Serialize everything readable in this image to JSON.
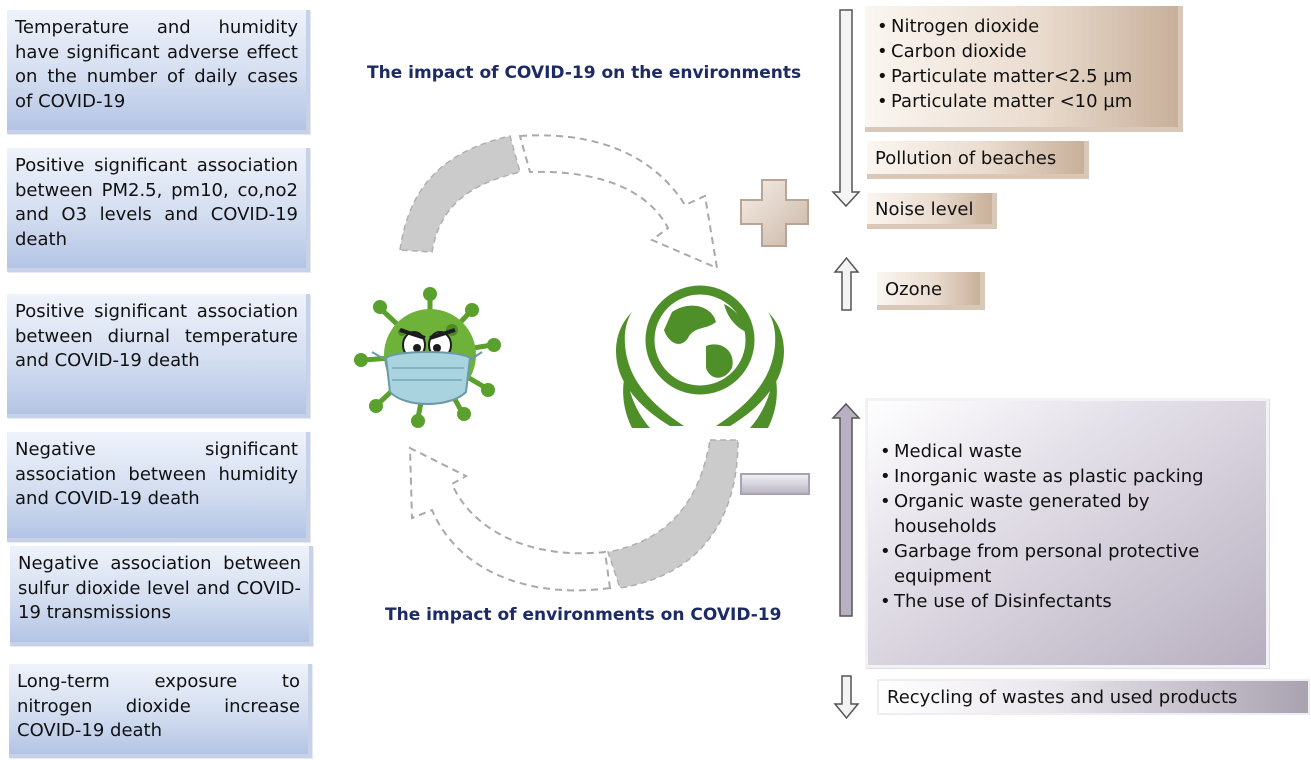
{
  "left_findings": [
    "Temperature and humidity have significant adverse effect on the number of daily cases of COVID-19",
    "Positive significant association between PM2.5, pm10, co,no2 and O3 levels and COVID-19 death",
    "Positive significant association between diurnal temperature and COVID-19 death",
    "Negative significant association between humidity and COVID-19 death",
    "Negative association between sulfur dioxide level and COVID-19 transmissions",
    "Long-term exposure to nitrogen dioxide increase COVID-19 death"
  ],
  "headings": {
    "top": "The impact of COVID-19 on the environments",
    "bottom": "The impact of environments on COVID-19"
  },
  "increased": {
    "pollutants": [
      "Nitrogen dioxide",
      "Carbon dioxide",
      "Particulate matter<2.5 µm",
      "Particulate matter <10 µm"
    ],
    "beaches": "Pollution of beaches",
    "noise": "Noise level"
  },
  "ozone": "Ozone",
  "waste_items": [
    "Medical waste",
    "Inorganic waste as plastic packing",
    "Organic waste generated by households",
    "Garbage from personal protective equipment",
    "The use of Disinfectants"
  ],
  "recycling": "Recycling of wastes and used products",
  "colors": {
    "heading": "#1c2a66",
    "virus_green": "#5aa02c",
    "earth_green": "#4f8f2a",
    "blue_box": "#b3c4e4",
    "tan_box": "#c8b09a",
    "purple_box": "#b7afbf"
  }
}
